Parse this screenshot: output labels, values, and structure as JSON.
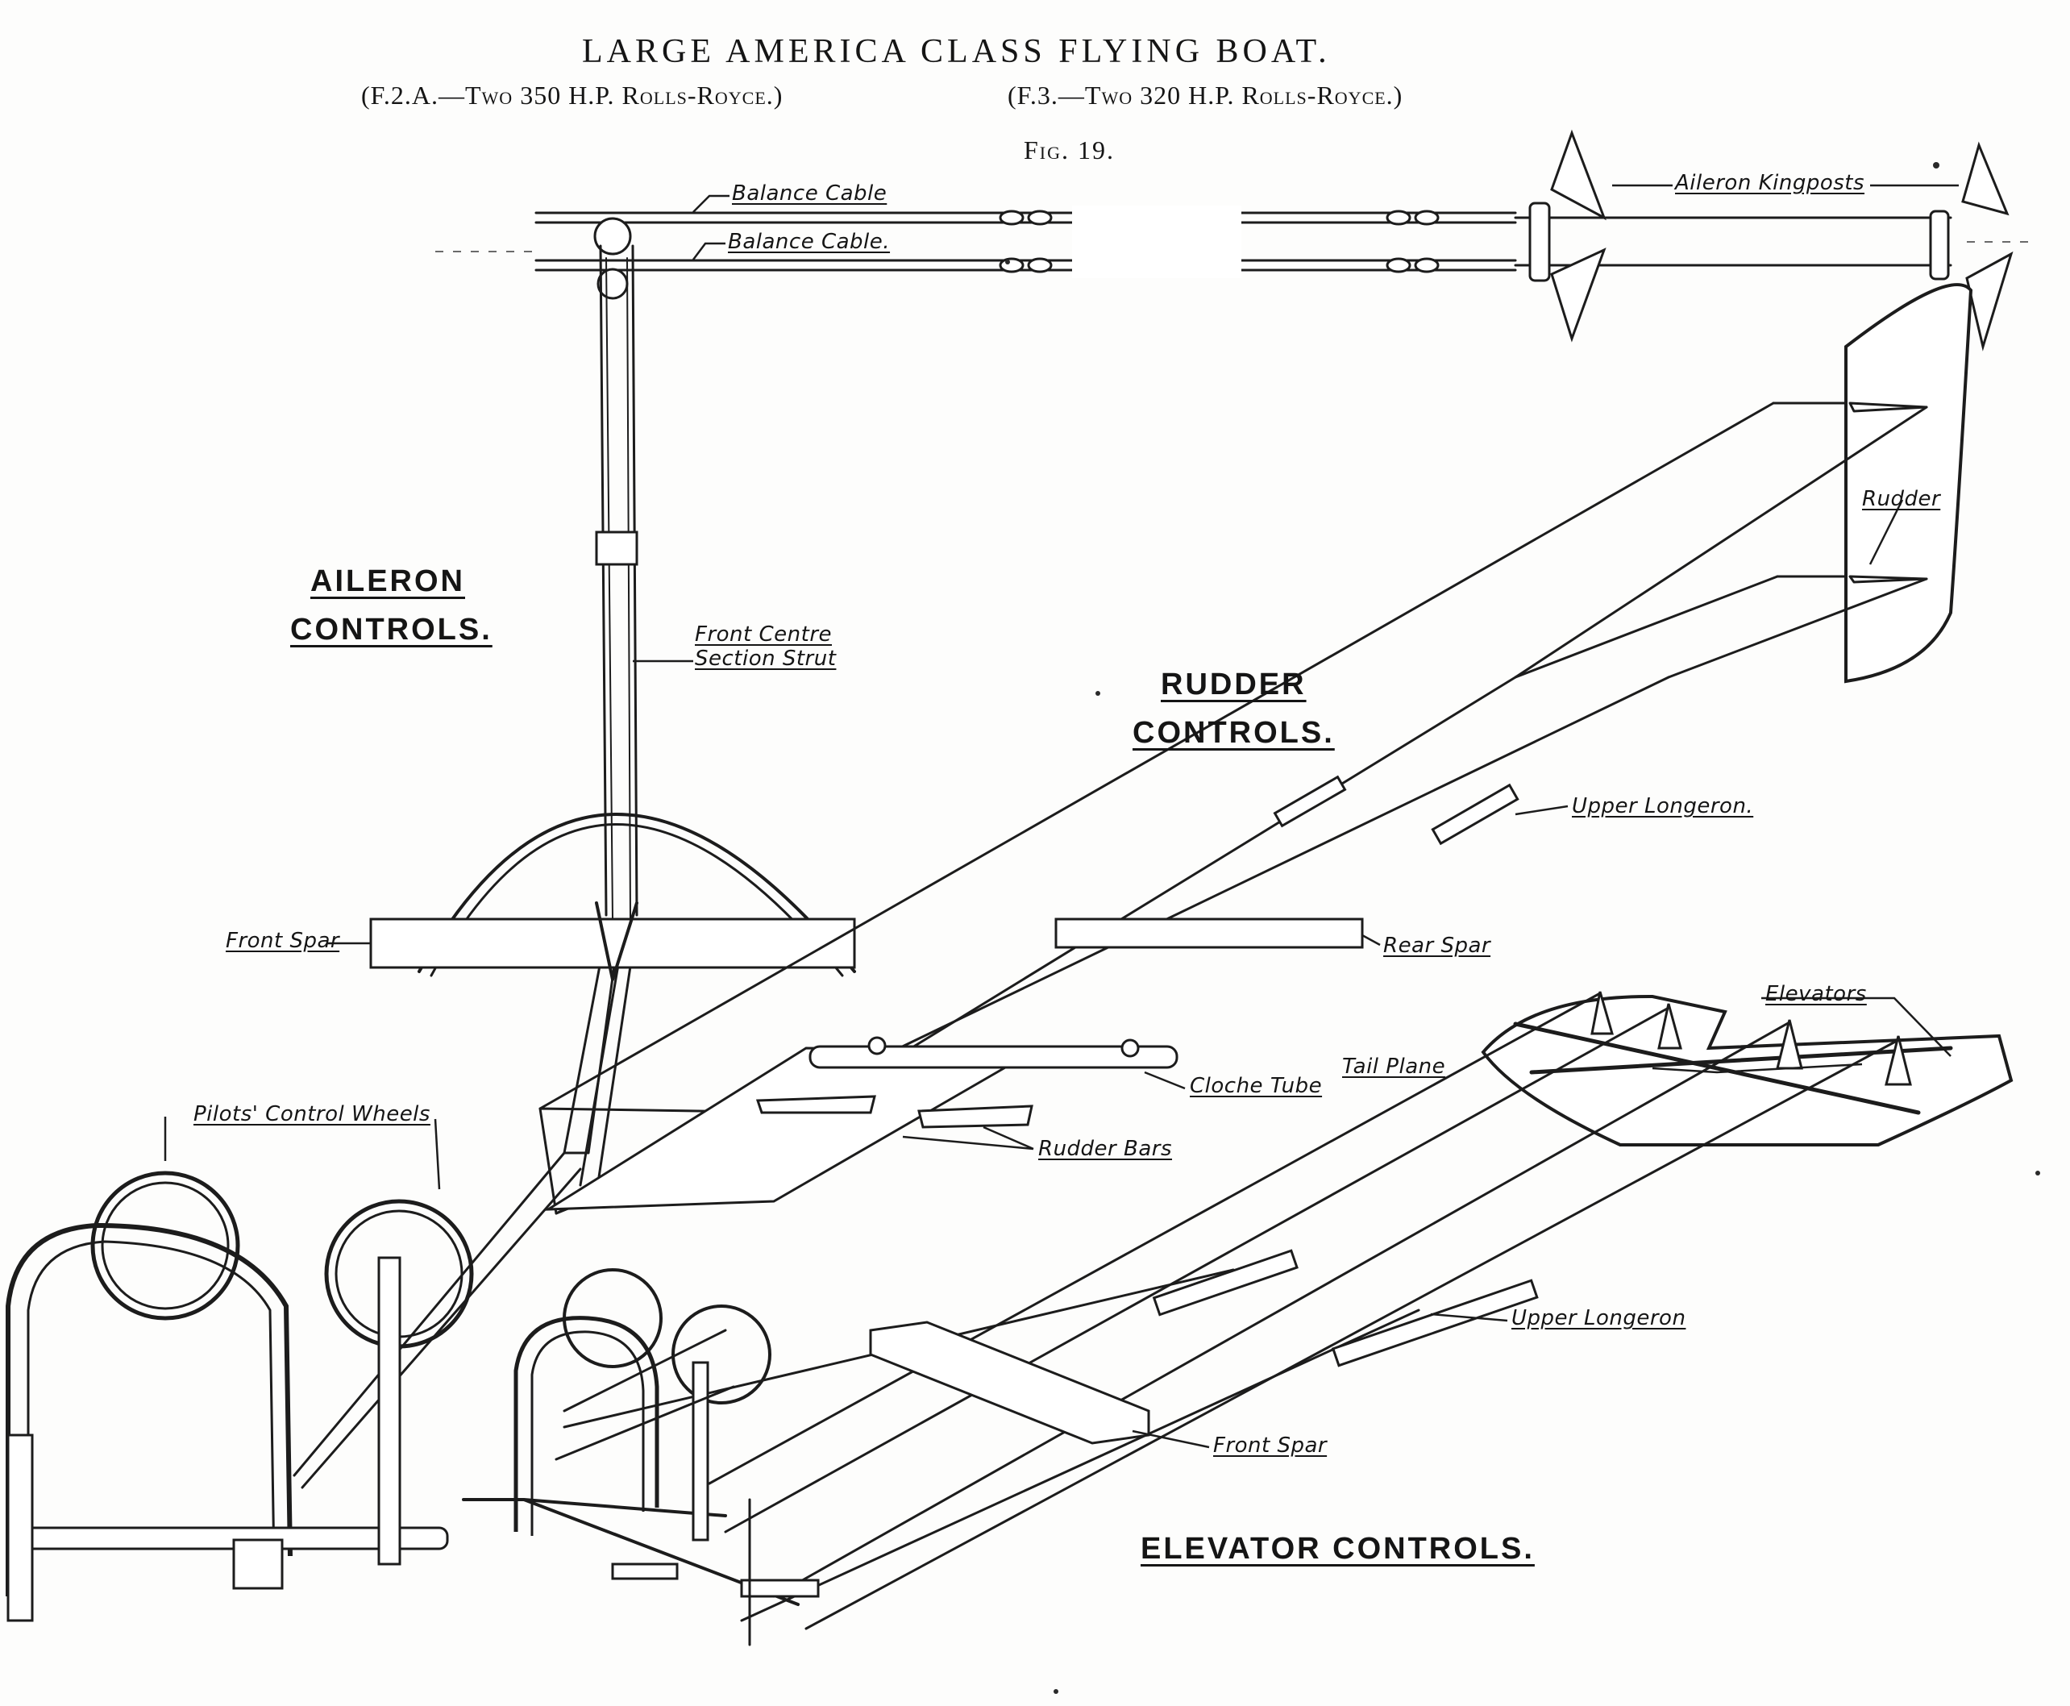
{
  "title": "LARGE AMERICA CLASS FLYING BOAT.",
  "subtitle_left": "(F.2.A.—Two 350 H.P. Rolls-Royce.)",
  "subtitle_right": "(F.3.—Two 320 H.P. Rolls-Royce.)",
  "figure": "Fig. 19.",
  "sections": {
    "aileron_line1": "AILERON",
    "aileron_line2": "CONTROLS.",
    "rudder_line1": "RUDDER",
    "rudder_line2": "CONTROLS.",
    "elevator": "ELEVATOR CONTROLS."
  },
  "labels": {
    "balance_cable_1": "Balance Cable",
    "balance_cable_2": "Balance Cable.",
    "aileron_kingposts": "Aileron Kingposts",
    "front_centre_1": "Front Centre",
    "front_centre_2": "Section Strut",
    "rudder": "Rudder",
    "upper_longeron_1": "Upper Longeron.",
    "rear_spar": "Rear Spar",
    "front_spar_1": "Front Spar",
    "elevators": "Elevators",
    "tail_plane": "Tail Plane",
    "cloche_tube": "Cloche Tube",
    "pilots_control_wheels": "Pilots' Control Wheels",
    "rudder_bars": "Rudder Bars",
    "upper_longeron_2": "Upper Longeron",
    "front_spar_2": "Front Spar"
  },
  "colors": {
    "ink": "#1c1c1c",
    "paper": "#fdfdfc"
  }
}
